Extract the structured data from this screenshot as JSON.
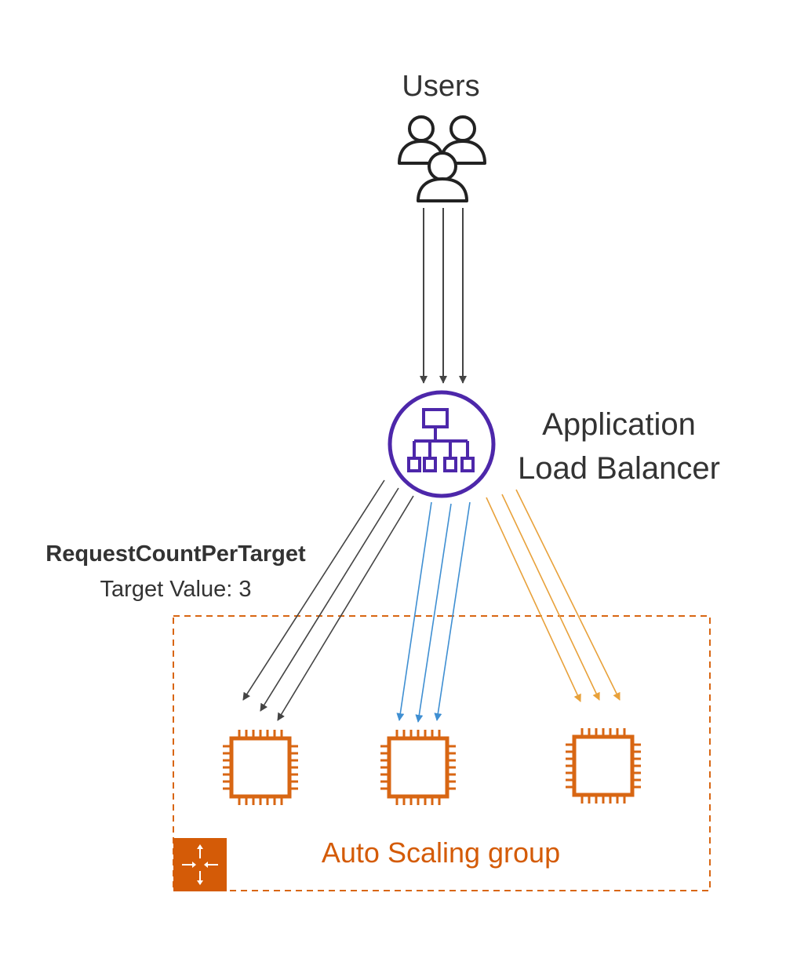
{
  "users": {
    "label": "Users",
    "icon": "users-icon"
  },
  "load_balancer": {
    "label_line1": "Application",
    "label_line2": "Load Balancer",
    "icon": "load-balancer-icon",
    "color": "#4d27aa"
  },
  "metric": {
    "name": "RequestCountPerTarget",
    "target_value": "Target Value: 3"
  },
  "auto_scaling_group": {
    "label": "Auto Scaling group",
    "icon": "auto-scaling-icon",
    "color": "#d45b07"
  },
  "instances": [
    {
      "icon": "ec2-instance-icon",
      "arrow_color": "#444444"
    },
    {
      "icon": "ec2-instance-icon",
      "arrow_color": "#3f8fd2"
    },
    {
      "icon": "ec2-instance-icon",
      "arrow_color": "#e8a13a"
    }
  ],
  "colors": {
    "text": "#333333",
    "user_arrows": "#444444",
    "instance": "#d86613"
  }
}
